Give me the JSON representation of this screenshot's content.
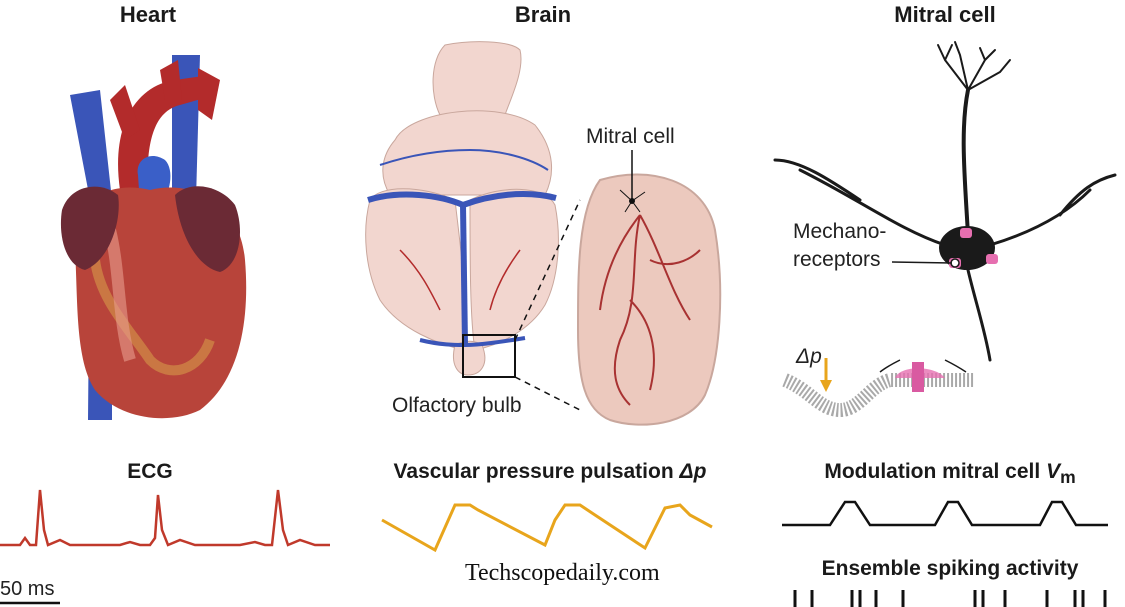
{
  "panels": {
    "heart": {
      "title": "Heart",
      "trace_title": "ECG",
      "scale_bar": "50 ms"
    },
    "brain": {
      "title": "Brain",
      "callout_mitral": "Mitral cell",
      "callout_bulb": "Olfactory bulb",
      "trace_title_main": "Vascular pressure pulsation ",
      "trace_title_sym": "Δp"
    },
    "mitral": {
      "title": "Mitral cell",
      "receptor_label_1": "Mechano-",
      "receptor_label_2": "receptors",
      "delta_p": "Δp",
      "trace_title_main": "Modulation mitral cell ",
      "trace_title_v": "V",
      "trace_title_sub": "m",
      "spike_title": "Ensemble spiking activity"
    }
  },
  "watermark": "Techscopedaily.com",
  "colors": {
    "ecg": "#c0392b",
    "pressure": "#e8a51c",
    "vessel_blue": "#3a55b8",
    "vessel_red": "#b32b2b",
    "heart": "#b8443a",
    "brain": "#f2d6cf",
    "neuron": "#1a1a1a",
    "receptor": "#e66fb0"
  }
}
